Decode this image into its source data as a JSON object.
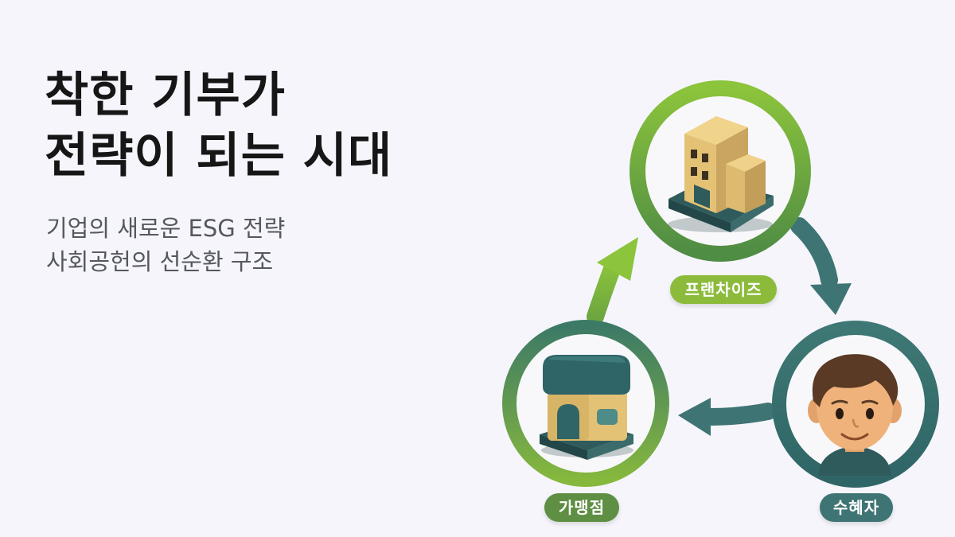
{
  "headline": {
    "line1": "착한 기부가",
    "line2": "전략이 되는 시대"
  },
  "subtitle": {
    "line1": "기업의 새로운 ESG 전략",
    "line2": "사회공헌의 선순환 구조"
  },
  "cycle": {
    "nodes": [
      {
        "id": "franchise",
        "label": "프랜차이즈",
        "icon": "office-building-icon"
      },
      {
        "id": "store",
        "label": "가맹점",
        "icon": "small-shop-icon"
      },
      {
        "id": "beneficiary",
        "label": "수혜자",
        "icon": "boy-face-icon"
      }
    ],
    "colors": {
      "green_light": "#8cc43c",
      "green_mid": "#5e8f43",
      "teal": "#3f7474",
      "building_tan": "#e7c77d",
      "base_teal": "#2f5b5c"
    }
  }
}
